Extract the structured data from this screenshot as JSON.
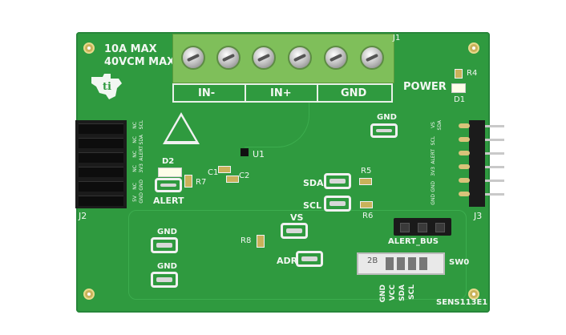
{
  "board": {
    "rating_line1": "10A MAX",
    "rating_line2": "40VCM MAX",
    "terminal_labels": [
      "IN-",
      "IN+",
      "GND"
    ],
    "j1": "J1",
    "power": "POWER",
    "r4": "R4",
    "d1": "D1",
    "gnd_top": "GND",
    "u1": "U1",
    "c1": "C1",
    "c2": "C2",
    "d2": "D2",
    "r7": "R7",
    "alert": "ALERT",
    "sda": "SDA",
    "scl": "SCL",
    "r5": "R5",
    "r6": "R6",
    "j2": "J2",
    "j3": "J3",
    "vs": "VS",
    "r8": "R8",
    "adr": "ADR",
    "gnd_left1": "GND",
    "gnd_left2": "GND",
    "alert_bus": "ALERT_BUS",
    "sw0": "SW0",
    "switch_pos": "2B",
    "switch_labels": [
      "GND",
      "VCC",
      "SDA",
      "SCL"
    ],
    "j2_pins_top": [
      "NC",
      "NC",
      "NC",
      "NC",
      "NC",
      "5V"
    ],
    "j2_pins_bottom": [
      "SCL",
      "SDA",
      "ALERT",
      "3V3",
      "GND",
      "GND"
    ],
    "j3_pins": [
      "VS",
      "SDA",
      "SCL",
      "ALERT",
      "3V3",
      "GND",
      "GND"
    ],
    "part_number": "SENS113E1"
  },
  "colors": {
    "pcb": "#2f9a3f",
    "silkscreen": "#f2f7f2",
    "terminal": "#7fbf5a"
  }
}
